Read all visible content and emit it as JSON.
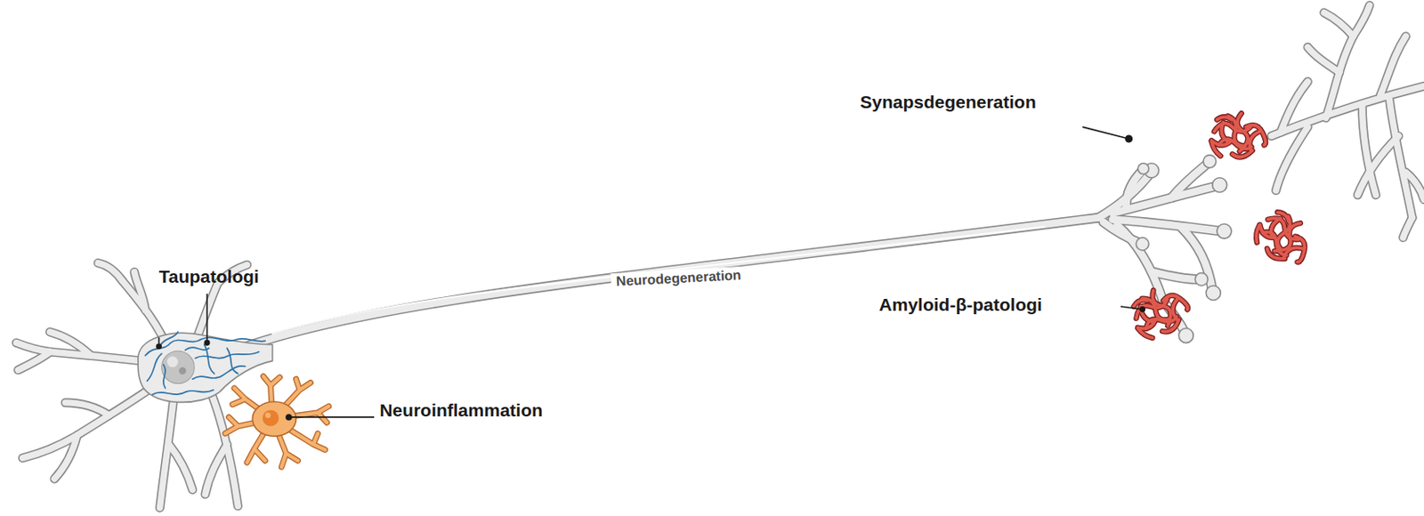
{
  "diagram": {
    "labels": [
      "Synapsdegeneration",
      "Taupatologi",
      "Neurodegeneration",
      "Amyloid-β-patologi",
      "Neuroinflammation"
    ]
  }
}
